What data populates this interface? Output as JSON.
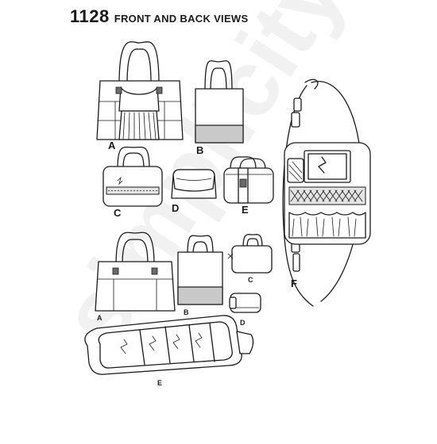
{
  "pattern_number": "1128",
  "title": "FRONT AND BACK VIEWS",
  "watermark": "simplicity",
  "view_labels": {
    "front_a": "A",
    "front_b": "B",
    "front_c": "C",
    "front_d": "D",
    "front_e": "E",
    "front_f": "F",
    "back_a": "A",
    "back_b": "B",
    "back_c": "C",
    "back_d": "D",
    "back_e": "E"
  }
}
